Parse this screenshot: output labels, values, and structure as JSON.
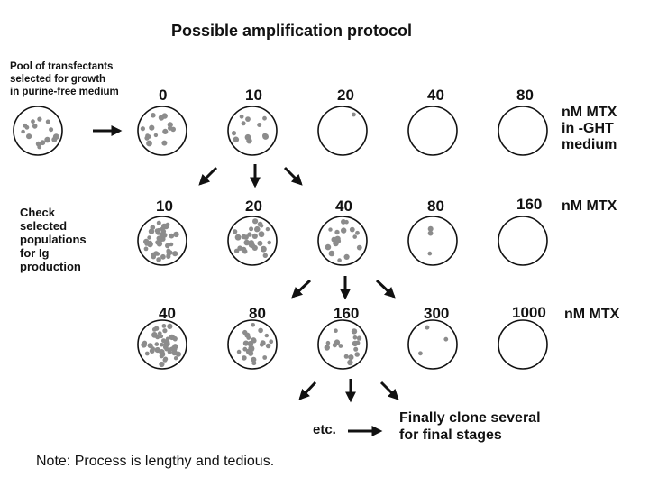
{
  "title": "Possible amplification protocol",
  "pool_label": [
    "Pool of transfectants",
    "selected for growth",
    "in purine-free medium"
  ],
  "check_label": [
    "Check",
    "selected",
    "populations",
    "for Ig",
    "production"
  ],
  "rows": [
    {
      "concentrations": [
        "0",
        "10",
        "20",
        "40",
        "80"
      ],
      "colony_density": [
        16,
        11,
        1,
        0,
        0
      ],
      "unit": [
        "nM MTX",
        "in -GHT",
        "medium"
      ]
    },
    {
      "concentrations": [
        "10",
        "20",
        "40",
        "80",
        "160"
      ],
      "colony_density": [
        40,
        28,
        17,
        3,
        0
      ],
      "unit": [
        "nM MTX"
      ]
    },
    {
      "concentrations": [
        "40",
        "80",
        "160",
        "300",
        "1000"
      ],
      "colony_density": [
        44,
        24,
        16,
        3,
        0
      ],
      "unit": [
        "nM MTX"
      ]
    }
  ],
  "pool_colony_density": 16,
  "etc_label": "etc.",
  "final_label": [
    "Finally clone several",
    "for final stages"
  ],
  "note": "Note: Process is lengthy and tedious.",
  "colors": {
    "colony": "#8c8c8c",
    "outline": "#111111",
    "arrow": "#111111"
  }
}
